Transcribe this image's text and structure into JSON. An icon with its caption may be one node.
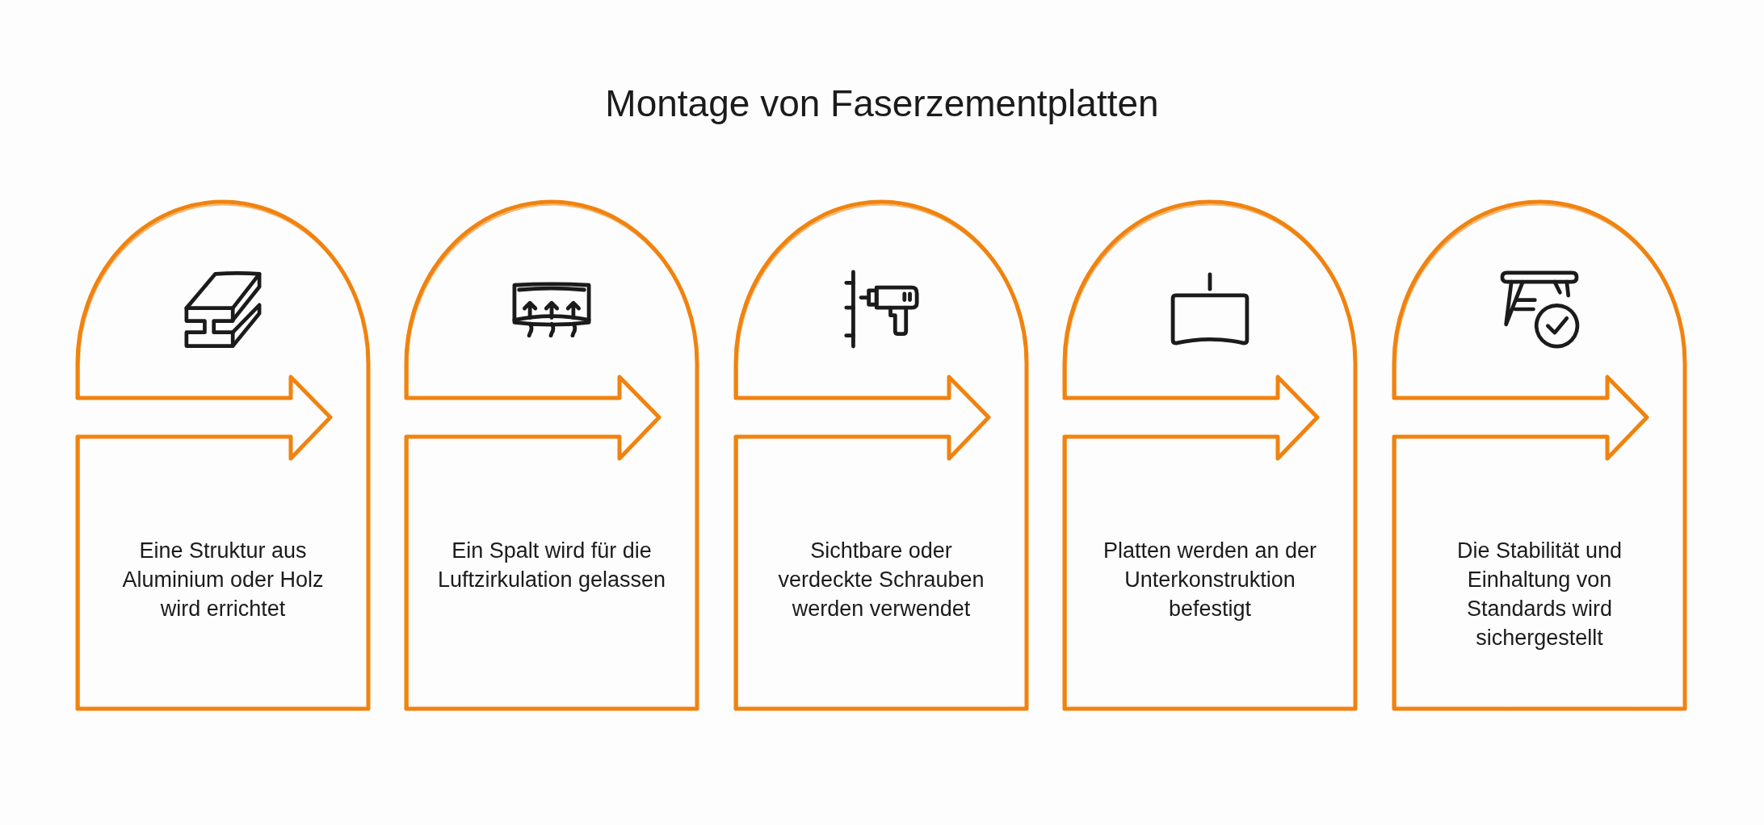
{
  "diagram": {
    "title": "Montage von Faserzementplatten",
    "nodes": [
      {
        "text": [
          "Eine Struktur aus Aluminium oder Holz wird errichtet"
        ]
      },
      {
        "text": [
          "Ein Spalt wird für die Luftzirkulation gelassen"
        ]
      },
      {
        "text": [
          "Sichtbare oder verdeckte Schrauben werden verwendet"
        ]
      },
      {
        "text": [
          "Platten werden an der Unterkonstruktion befestigt"
        ]
      },
      {
        "text": [
          "Die Stabilität und Einhaltung von Standards wird sichergestellt"
        ]
      }
    ]
  }
}
